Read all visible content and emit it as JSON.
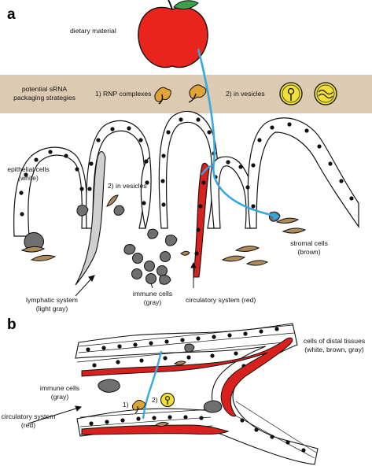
{
  "panels": [
    {
      "letter": "a"
    },
    {
      "letter": "b"
    }
  ],
  "panel_a": {
    "dietary_material": "dietary material",
    "strategies_title_line1": "potential sRNA",
    "strategies_title_line2": "packaging strategies",
    "strategy_1": "1) RNP complexes",
    "strategy_2": "2) in vesicles",
    "epithelial_line1": "epithelial cells",
    "epithelial_line2": "(white)",
    "in_vesicles_label": "2) in vesicles",
    "stromal_line1": "stromal cells",
    "stromal_line2": "(brown)",
    "lymphatic_line1": "lymphatic system",
    "lymphatic_line2": "(light gray)",
    "immune_line1": "immune cells",
    "immune_line2": "(gray)",
    "circulatory": "circulatory system (red)"
  },
  "panel_b": {
    "distal_line1": "cells of distal tissues",
    "distal_line2": "(white, brown, gray)",
    "immune_line1": "immune cells",
    "immune_line2": "(gray)",
    "circulatory_line1": "circulatory system",
    "circulatory_line2": "(red)",
    "marker_1": "1)",
    "marker_2": "2)"
  },
  "colors": {
    "apple": "#e8241c",
    "leaf": "#3aa14a",
    "strip": "#ddcab3",
    "rnp": "#e0a336",
    "vesicle": "#f2e03a",
    "blood": "#d8201c",
    "arrow": "#35a9e0",
    "stroma": "#b08a5a",
    "immune": "#6f6f6f",
    "lymph": "#cfcfcf"
  }
}
